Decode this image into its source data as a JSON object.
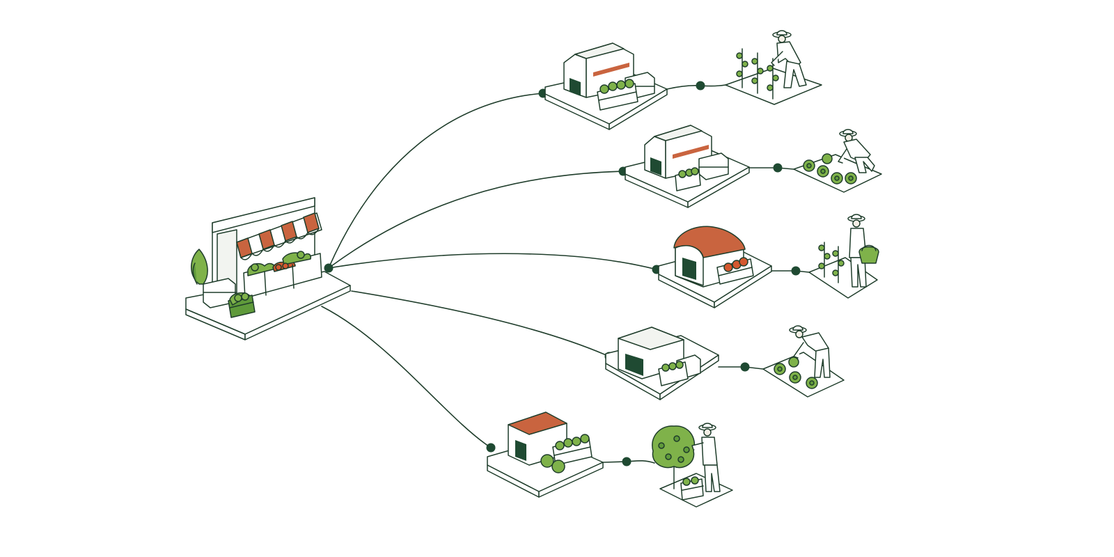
{
  "diagram": {
    "type": "supply-network",
    "colors": {
      "line": "#1f3d2b",
      "node": "#1f4a32",
      "accent": "#c9643f",
      "leaf": "#7fb24a",
      "leaf_dark": "#5f9a3a",
      "tomato": "#d4582f",
      "paper": "#ffffff"
    },
    "hub": {
      "kind": "market-stall",
      "icon": "market-stall-icon"
    },
    "branches": [
      {
        "id": "b1",
        "warehouse": "barn-warehouse",
        "farm": "vine-crop-farmer",
        "produce": "green-produce"
      },
      {
        "id": "b2",
        "warehouse": "barn-warehouse",
        "farm": "lettuce-farmer",
        "produce": "green-produce"
      },
      {
        "id": "b3",
        "warehouse": "arched-cold-storage",
        "farm": "basket-picker-farmer",
        "produce": "tomatoes"
      },
      {
        "id": "b4",
        "warehouse": "flat-roof-depot",
        "farm": "cabbage-picker-farmer",
        "produce": "green-produce"
      },
      {
        "id": "b5",
        "warehouse": "small-shed",
        "farm": "orchard-farmer",
        "produce": "apples"
      }
    ]
  }
}
